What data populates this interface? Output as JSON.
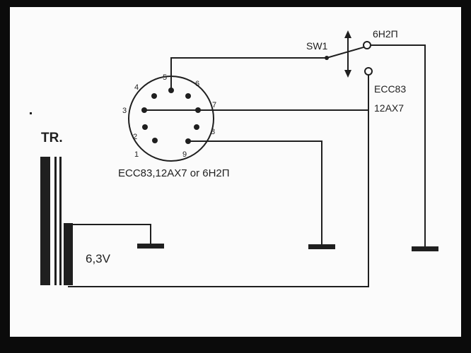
{
  "colors": {
    "frame": "#0b0b0b",
    "page": "#fbfbfb",
    "ink": "#1f1f1f"
  },
  "transformer": {
    "label": "TR.",
    "secondary_voltage": "6,3V"
  },
  "switch": {
    "label": "SW1",
    "position_top_label": "6Н2П",
    "position_bottom_label_line1": "ECC83",
    "position_bottom_label_line2": "12AX7"
  },
  "socket": {
    "caption": "ECC83,12AX7 or 6Н2П",
    "pins": [
      "1",
      "2",
      "3",
      "4",
      "5",
      "6",
      "7",
      "8",
      "9"
    ]
  }
}
